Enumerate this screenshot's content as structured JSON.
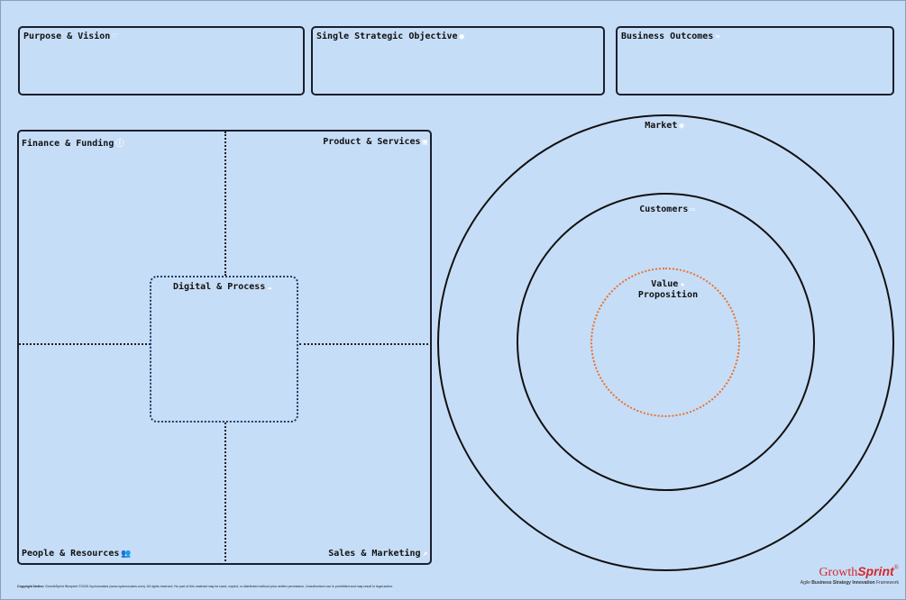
{
  "top_boxes": {
    "purpose": {
      "label": "Purpose & Vision",
      "icon": "♡"
    },
    "objective": {
      "label": "Single Strategic Objective",
      "icon": "●"
    },
    "outcomes": {
      "label": "Business Outcomes",
      "icon": "»"
    }
  },
  "quadrants": {
    "finance": {
      "label": "Finance & Funding",
      "icon": "ⓘ"
    },
    "product": {
      "label": "Product & Services",
      "icon": "▣"
    },
    "people": {
      "label": "People & Resources",
      "icon": "👥"
    },
    "sales": {
      "label": "Sales & Marketing",
      "icon": "↗"
    },
    "digital": {
      "label": "Digital & Process",
      "icon": "☁"
    }
  },
  "circles": {
    "market": {
      "label": "Market",
      "icon": "◉"
    },
    "customers": {
      "label": "Customers",
      "icon": "▭"
    },
    "value_line1": "Value",
    "value_line2": "Proposition",
    "value_icon": "★",
    "value_ring_color": "#e8722c"
  },
  "footer": {
    "copyright_title": "Copyright Notice:",
    "copyright": "GrowthSprint Blueprint ©2025 Xyzinnovates (www.xyzinnovates.com). All rights reserved. No part of this material may be used, copied, or distributed without prior written permission. Unauthorized use is prohibited and may result in legal action.",
    "logo_growth": "Growth",
    "logo_sprint": "Sprint",
    "logo_reg": "®",
    "tagline_pre": "Agile ",
    "tagline_bold": "Business Strategy Innovation",
    "tagline_post": " Framework"
  }
}
